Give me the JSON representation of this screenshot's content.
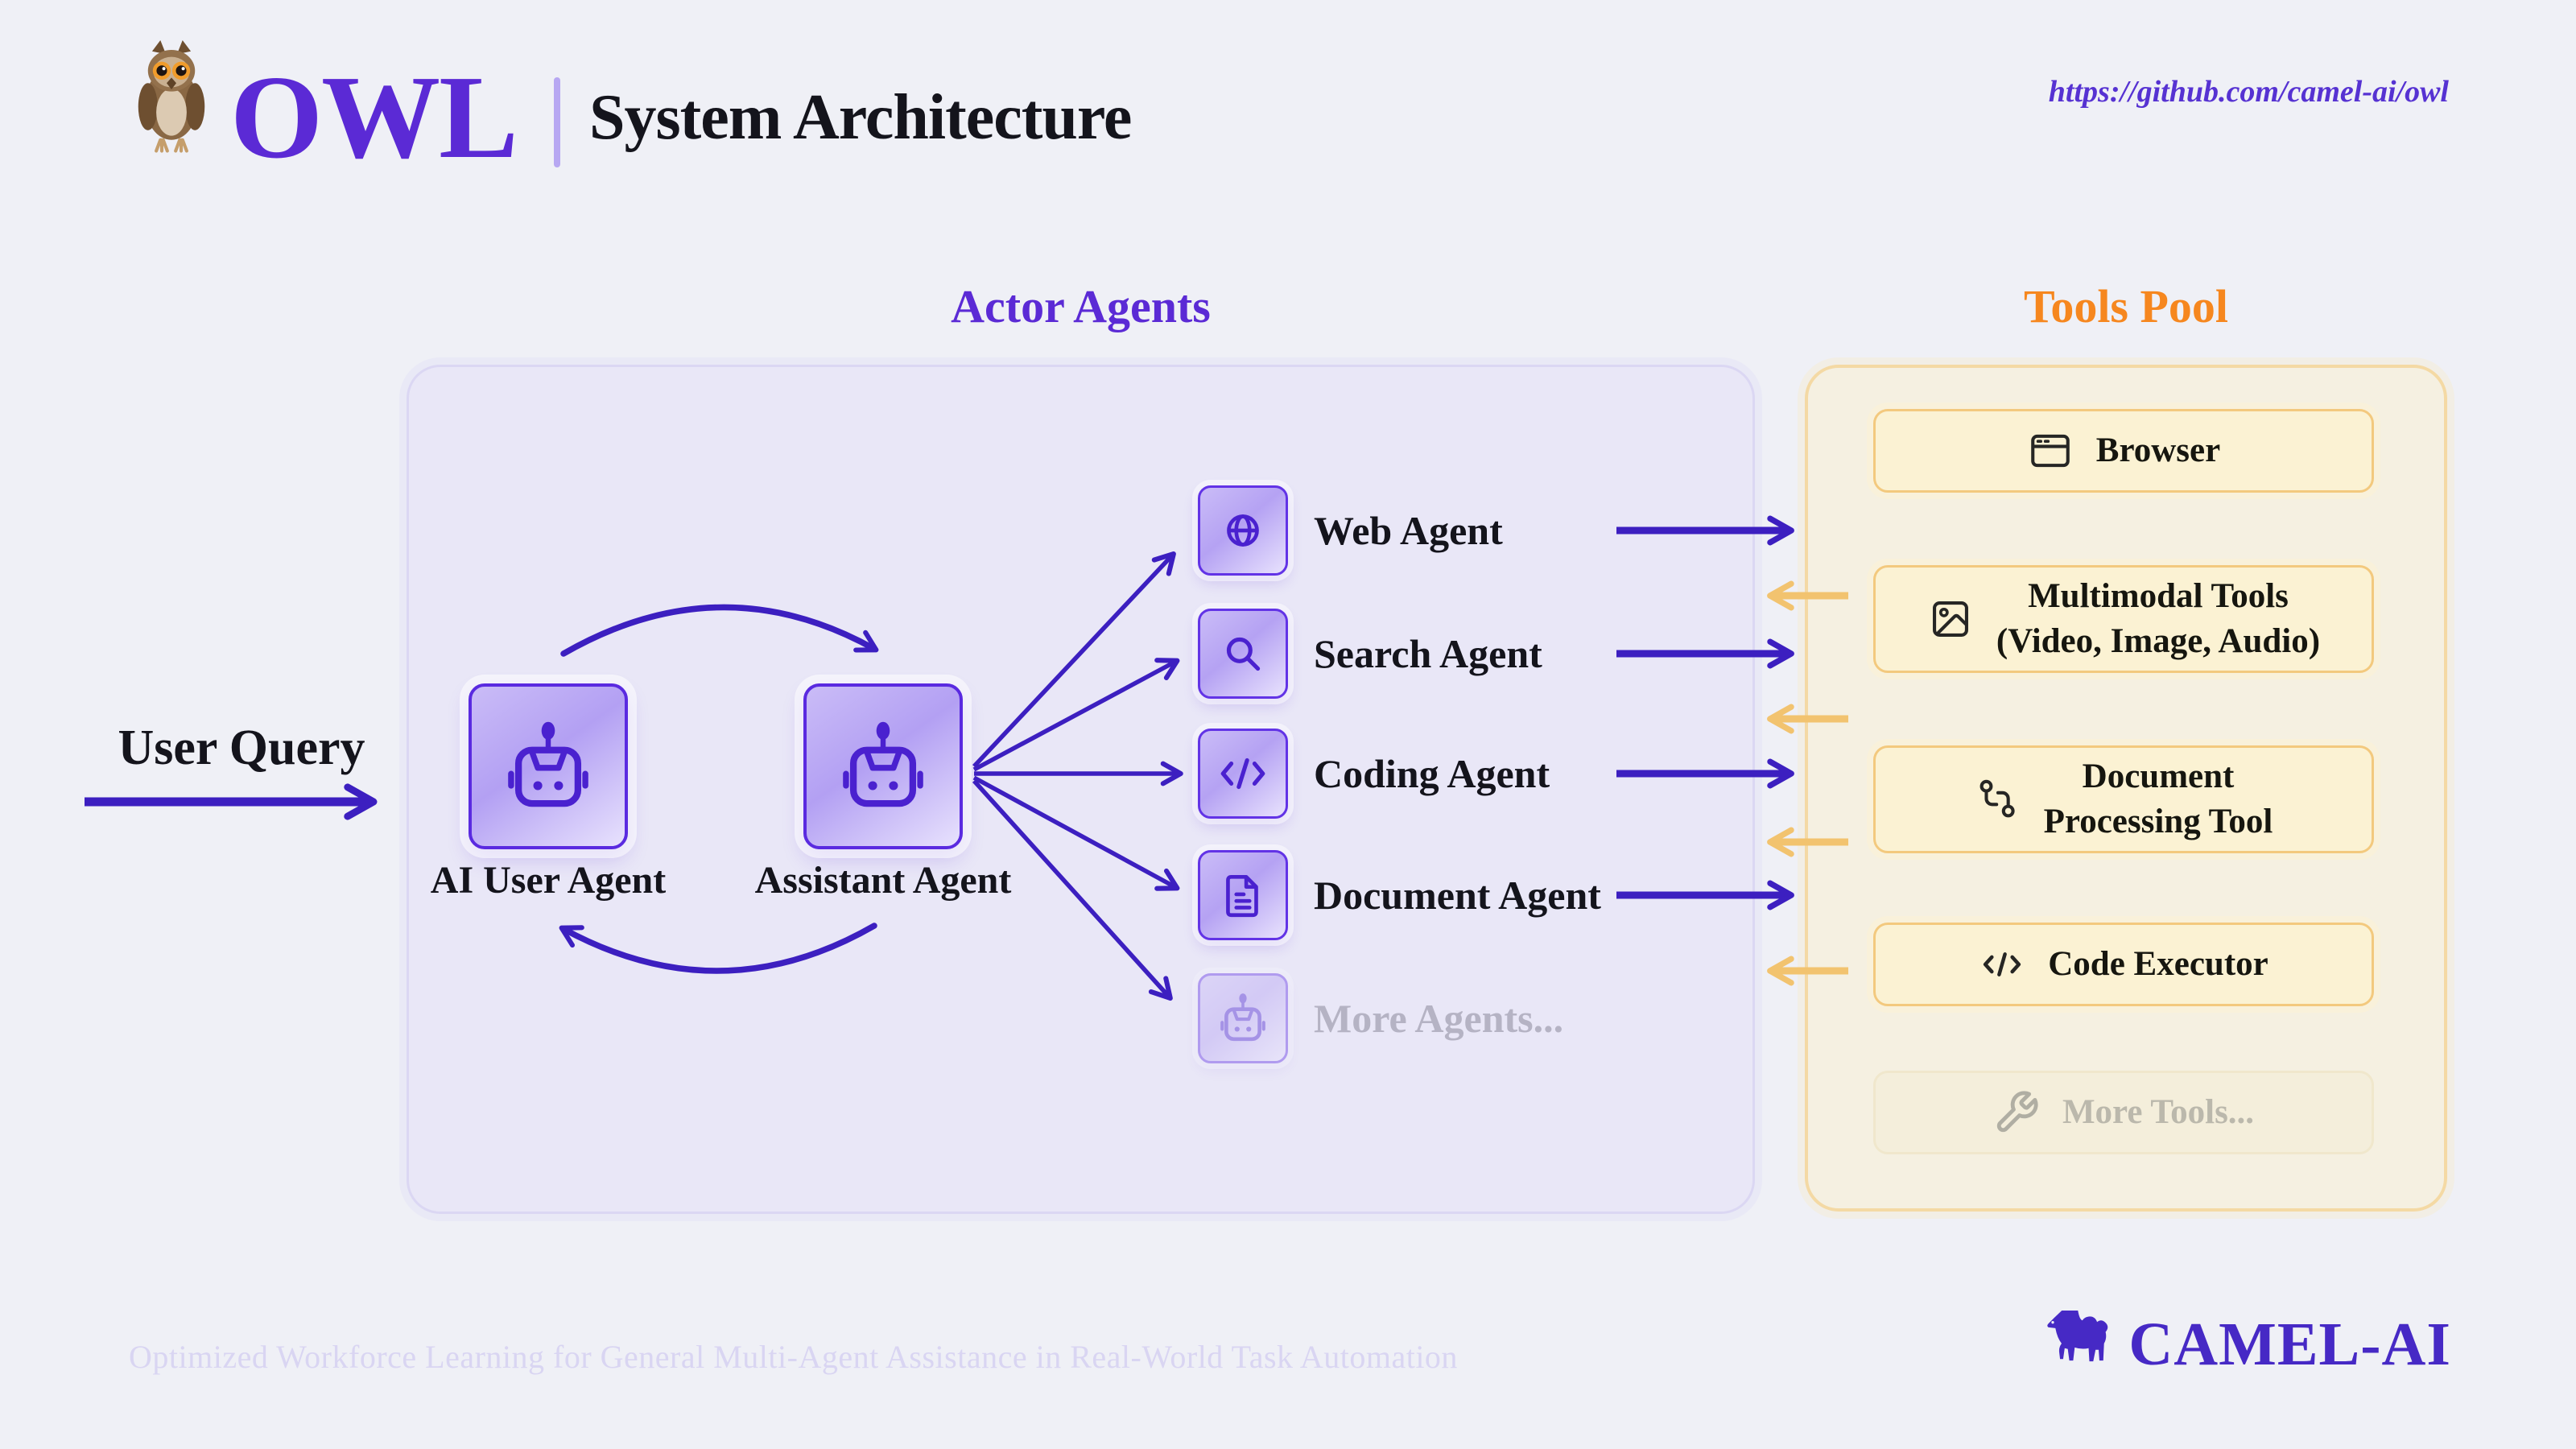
{
  "header": {
    "logo": "OWL",
    "title": "System Architecture",
    "url": "https://github.com/camel-ai/owl"
  },
  "sections": {
    "actors_title": "Actor Agents",
    "tools_title": "Tools Pool"
  },
  "user_query": {
    "label": "User Query"
  },
  "agents": {
    "user_agent": "AI User Agent",
    "assistant_agent": "Assistant Agent"
  },
  "sub_agents": [
    {
      "label": "Web Agent",
      "icon": "globe-icon"
    },
    {
      "label": "Search Agent",
      "icon": "search-icon"
    },
    {
      "label": "Coding Agent",
      "icon": "code-icon"
    },
    {
      "label": "Document Agent",
      "icon": "document-icon"
    },
    {
      "label": "More Agents...",
      "icon": "robot-icon",
      "muted": true
    }
  ],
  "tools": [
    {
      "line1": "Browser",
      "line2": "",
      "icon": "browser-window-icon"
    },
    {
      "line1": "Multimodal Tools",
      "line2": "(Video, Image, Audio)",
      "icon": "image-icon"
    },
    {
      "line1": "Document",
      "line2": "Processing Tool",
      "icon": "workflow-icon"
    },
    {
      "line1": "Code Executor",
      "line2": "",
      "icon": "code-icon"
    },
    {
      "line1": "More Tools...",
      "line2": "",
      "icon": "wrench-icon",
      "muted": true
    }
  ],
  "footer": {
    "tagline": "Optimized Workforce Learning for General Multi-Agent Assistance in Real-World Task Automation",
    "brand": "CAMEL-AI"
  },
  "colors": {
    "background": "#eff0f6",
    "purple": "#4324c8",
    "purple_deep": "#3c1fc0",
    "purple_bright": "#5b2ad5",
    "icon_purple": "#4a21cf",
    "orange": "#f6871f",
    "arrow_yellow": "#f2c36f",
    "panel_purple_bg": "#e9e7f7",
    "panel_yellow_bg": "#f5f0e1",
    "tool_card_bg": "#fbf2d3",
    "tool_card_border": "#f3c97e",
    "muted_gray": "#b5b3c4",
    "footer_text": "#d9d5f2"
  }
}
